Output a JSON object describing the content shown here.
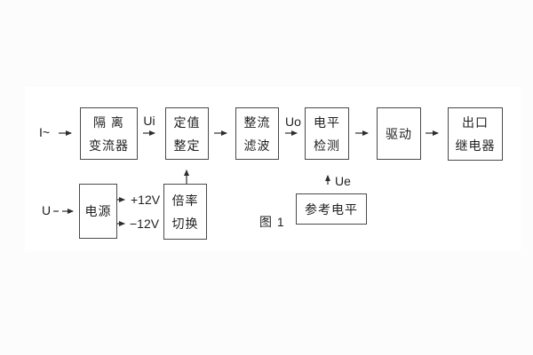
{
  "figure": {
    "caption": "图 1",
    "blocks": [
      {
        "id": "isolation-transformer",
        "lines": [
          "隔 离",
          "变流器"
        ]
      },
      {
        "id": "setpoint-setting",
        "lines": [
          "定值",
          "整定"
        ]
      },
      {
        "id": "rectifier-filter",
        "lines": [
          "整流",
          "滤波"
        ]
      },
      {
        "id": "level-detection",
        "lines": [
          "电平",
          "检测"
        ]
      },
      {
        "id": "driver",
        "lines": [
          "驱动"
        ]
      },
      {
        "id": "output-relay",
        "lines": [
          "出口",
          "继电器"
        ]
      },
      {
        "id": "power-supply",
        "lines": [
          "电源"
        ]
      },
      {
        "id": "ratio-switch",
        "lines": [
          "倍率",
          "切换"
        ]
      },
      {
        "id": "reference-level",
        "lines": [
          "参考电平"
        ]
      }
    ],
    "labels": {
      "input_current": "I~",
      "input_voltage": "U",
      "ui": "Ui",
      "uo": "Uo",
      "ue": "Ue",
      "plus12v": "+12V",
      "minus12v": "−12V"
    },
    "connections": [
      {
        "from": "input-current",
        "to": "isolation-transformer",
        "label": ""
      },
      {
        "from": "isolation-transformer",
        "to": "setpoint-setting",
        "label": "Ui"
      },
      {
        "from": "setpoint-setting",
        "to": "rectifier-filter",
        "label": ""
      },
      {
        "from": "rectifier-filter",
        "to": "level-detection",
        "label": "Uo"
      },
      {
        "from": "level-detection",
        "to": "driver",
        "label": ""
      },
      {
        "from": "driver",
        "to": "output-relay",
        "label": ""
      },
      {
        "from": "input-voltage",
        "to": "power-supply",
        "label": ""
      },
      {
        "from": "power-supply",
        "to": "supply-rail-positive",
        "label": "+12V"
      },
      {
        "from": "power-supply",
        "to": "supply-rail-negative",
        "label": "−12V"
      },
      {
        "from": "ratio-switch",
        "to": "setpoint-setting",
        "label": ""
      },
      {
        "from": "reference-level",
        "to": "level-detection",
        "label": "Ue"
      }
    ],
    "colors": {
      "line": "#4a4a4a",
      "text": "#1f1f1f",
      "background": "#ffffff"
    }
  }
}
